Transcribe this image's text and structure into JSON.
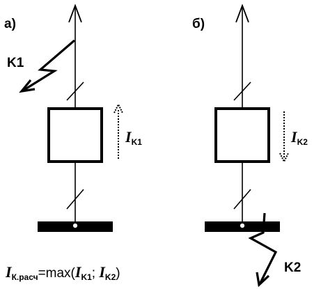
{
  "diagram": {
    "panel_a": {
      "letter": "а)",
      "fault_label": "K1",
      "current_symbol": "I",
      "current_sub": "K1",
      "current_direction": "up"
    },
    "panel_b": {
      "letter": "б)",
      "fault_label": "K2",
      "current_symbol": "I",
      "current_sub": "K2",
      "current_direction": "down"
    },
    "formula": {
      "lhs_symbol": "I",
      "lhs_sub": "К.расч",
      "equals_max": "=max(",
      "arg1_symbol": "I",
      "arg1_sub": "K1",
      "separator": "; ",
      "arg2_symbol": "I",
      "arg2_sub": "K2",
      "close": ")"
    },
    "colors": {
      "ink": "#000000",
      "background": "#ffffff"
    }
  }
}
